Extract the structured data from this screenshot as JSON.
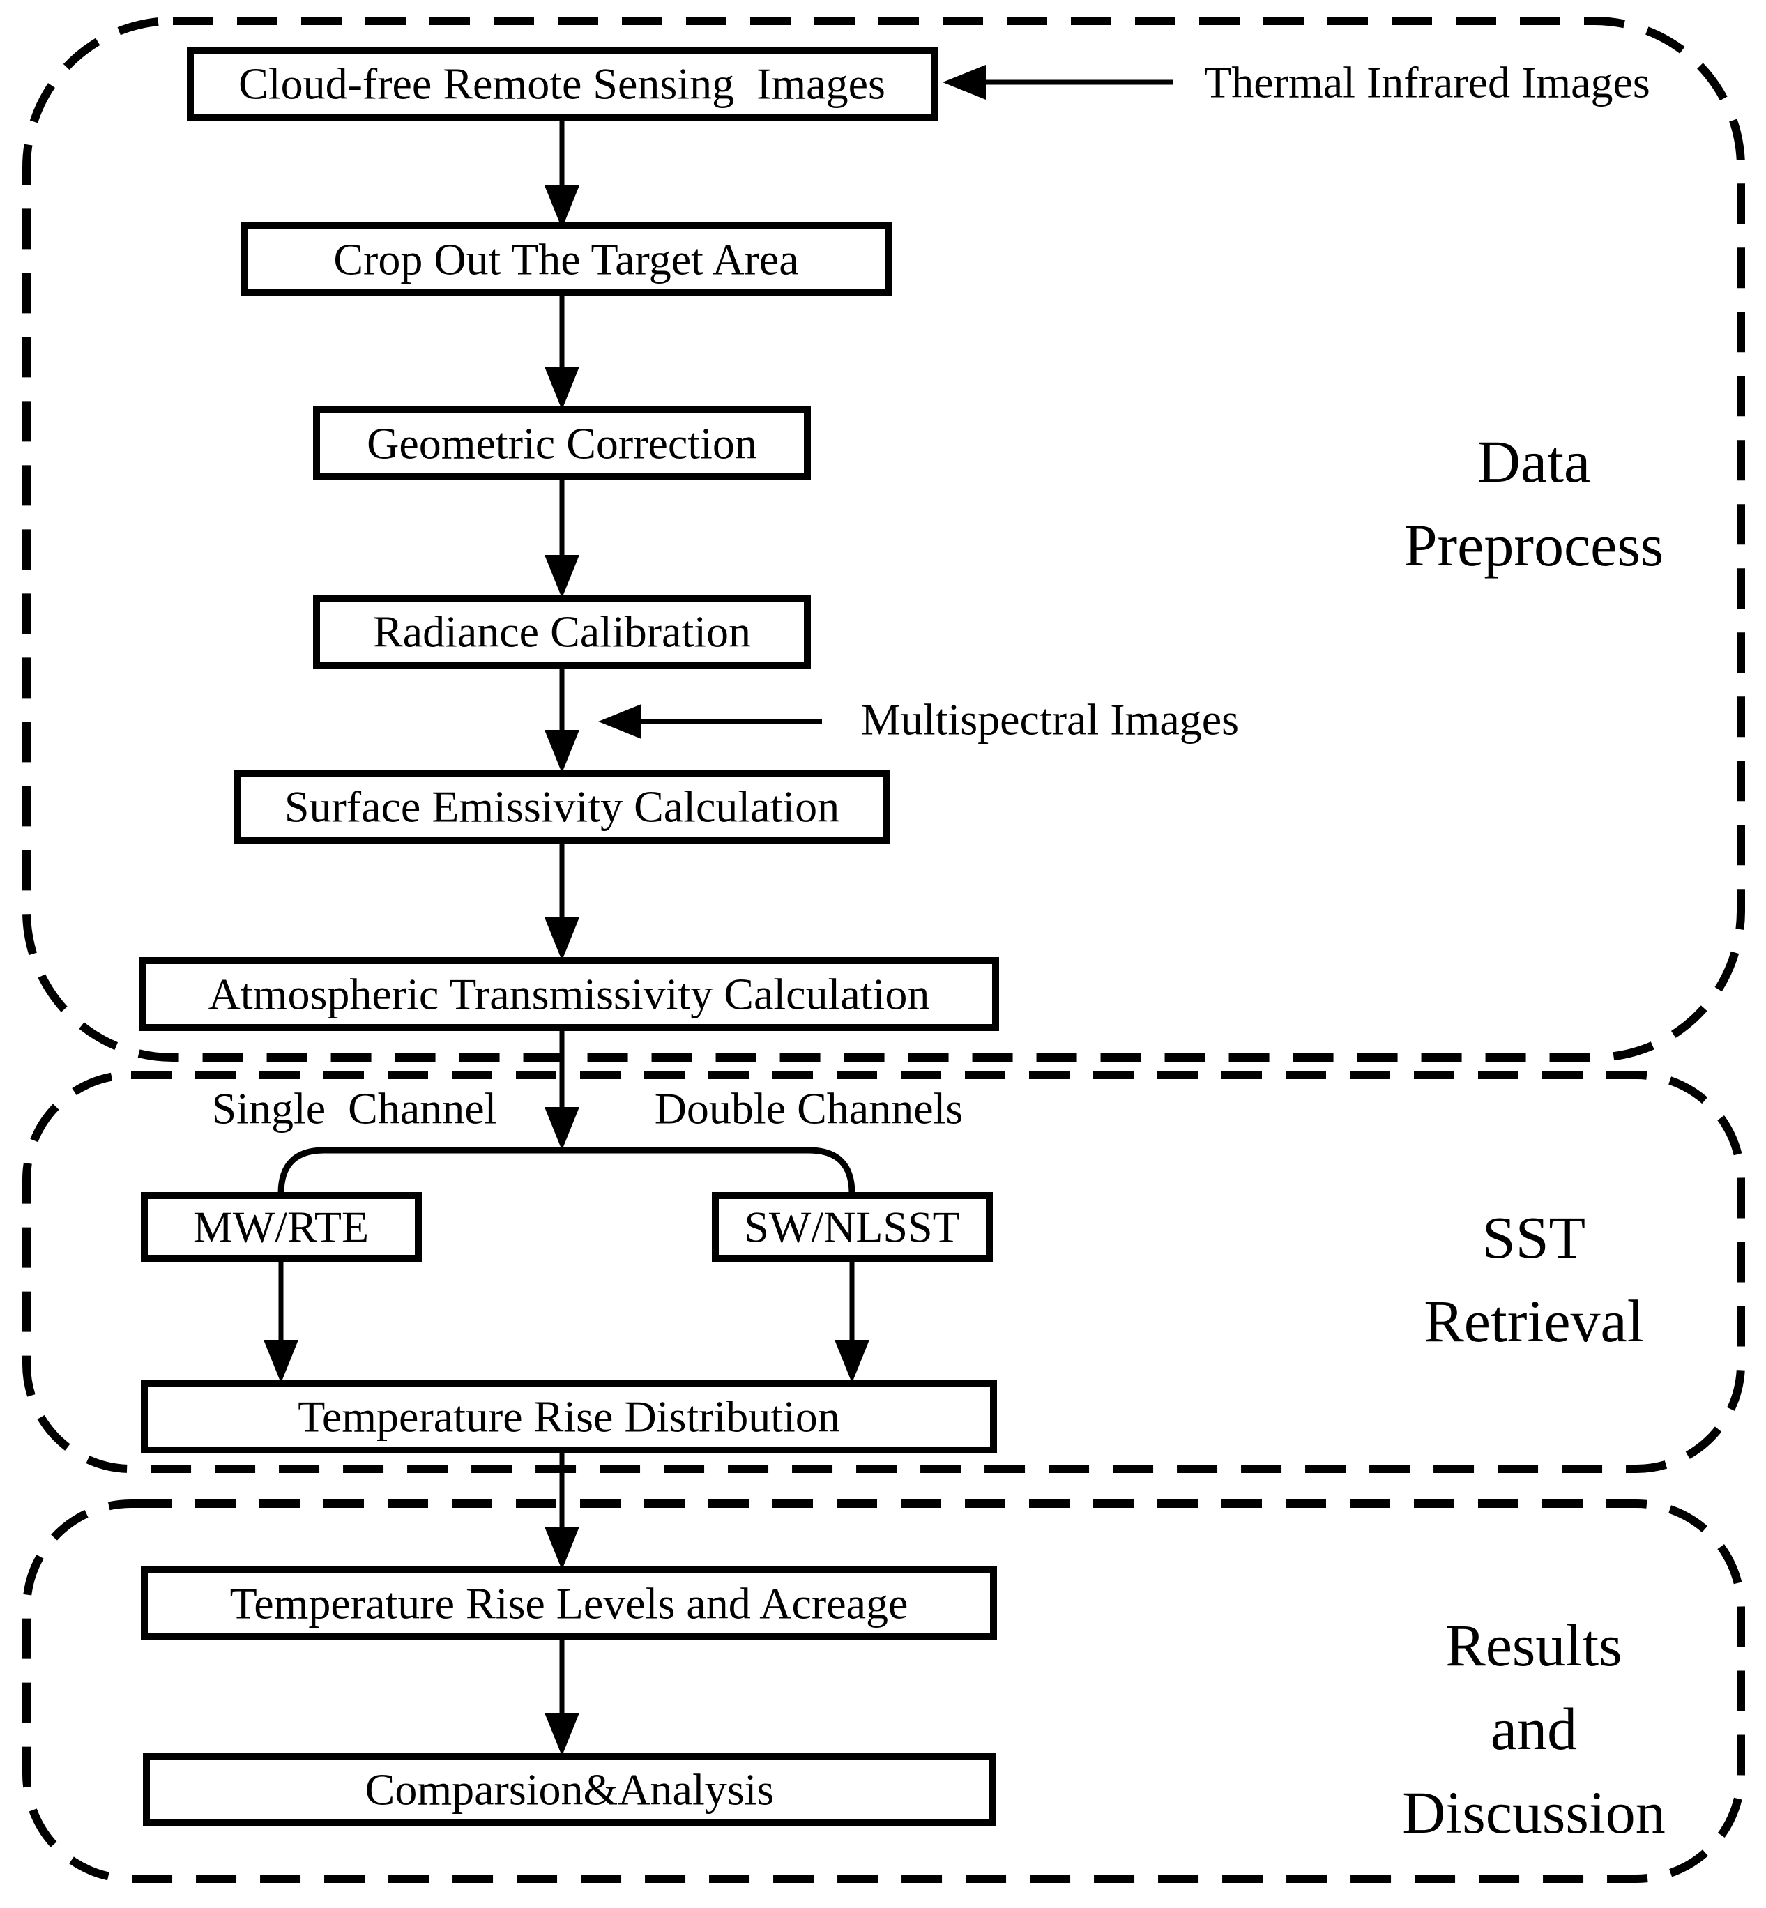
{
  "diagram": {
    "title": "SST retrieval flowchart",
    "colors": {
      "ink": "#000000",
      "background": "#ffffff"
    },
    "boxes": {
      "cloud_free": "Cloud-free Remote Sensing  Images",
      "crop_out": "Crop Out The Target Area",
      "geometric": "Geometric Correction",
      "radiance": "Radiance Calibration",
      "emissivity": "Surface Emissivity Calculation",
      "transmissivity": "Atmospheric Transmissivity Calculation",
      "mw_rte": "MW/RTE",
      "sw_nlsst": "SW/NLSST",
      "temp_rise_dist": "Temperature Rise Distribution",
      "temp_rise_levels": "Temperature Rise Levels and Acreage",
      "comparison": "Comparsion&Analysis"
    },
    "annotations": {
      "thermal": "Thermal Infrared Images",
      "multispectral": "Multispectral Images",
      "single_channel": "Single  Channel",
      "double_channels": "Double Channels"
    },
    "sections": {
      "preprocess": {
        "line1": "Data",
        "line2": "Preprocess"
      },
      "sst": {
        "line1": "SST",
        "line2": "Retrieval"
      },
      "results": {
        "line1": "Results",
        "line2": "and",
        "line3": "Discussion"
      }
    }
  }
}
